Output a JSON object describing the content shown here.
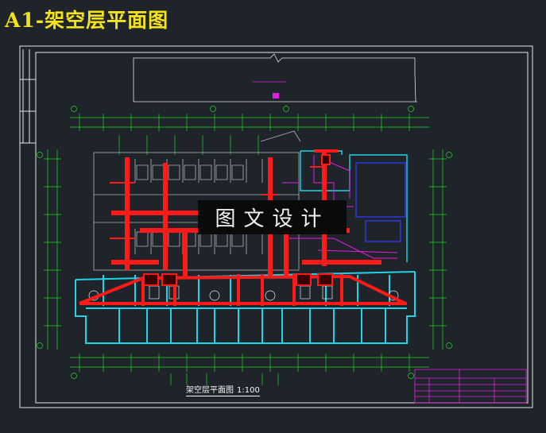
{
  "heading": "A1-架空层平面图",
  "watermark": "图文设计",
  "plan_title": {
    "name": "架空层平面图",
    "scale": "1:100"
  },
  "colors": {
    "background": "#1f232a",
    "frame": "#e6e6e6",
    "grid": "#1fdc1f",
    "duct": "#ff1a1a",
    "wall": "#22d3e8",
    "room": "#2a36d6",
    "pipe": "#e020e0",
    "heading": "#f5e31a"
  }
}
